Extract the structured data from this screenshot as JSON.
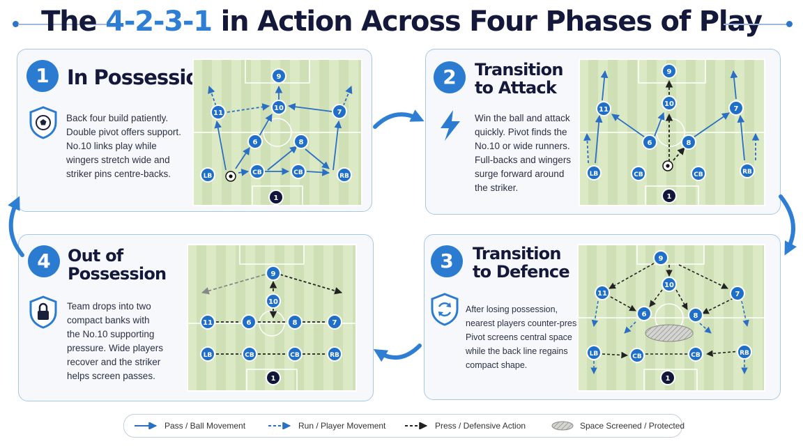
{
  "title": {
    "prefix": "The",
    "accent": "4-2-3-1",
    "suffix": "in Action Across Four Phases of Play"
  },
  "colors": {
    "accent": "#2e7fd4",
    "player": "#1f6fc8",
    "pitch": "#d8e8c0",
    "arrow_pass": "#2a6fc4",
    "arrow_press": "#222222",
    "arrow_back": "#888888"
  },
  "panels": [
    {
      "number": "1",
      "title_lines": [
        "In Possession"
      ],
      "icon": "soccer-ball-shield-icon",
      "description": [
        "Back four build patiently.",
        "Double pivot offers support.",
        "No.10 links play while",
        "wingers stretch wide and",
        "striker pins centre-backs."
      ]
    },
    {
      "number": "2",
      "title_lines": [
        "Transition",
        "to Attack"
      ],
      "icon": "lightning-bolt-icon",
      "description": [
        "Win the ball and attack",
        "quickly. Pivot finds the",
        "No.10 or wide runners.",
        "Full-backs and wingers",
        "surge forward around",
        "the striker."
      ]
    },
    {
      "number": "3",
      "title_lines": [
        "Transition",
        "to Defence"
      ],
      "icon": "counter-press-cycle-icon",
      "description": [
        "After losing possession,",
        "nearest players counter-press.",
        "Pivot screens central space",
        "while the back line regains",
        "compact shape."
      ]
    },
    {
      "number": "4",
      "title_lines": [
        "Out of",
        "Possession"
      ],
      "icon": "padlock-shield-icon",
      "description": [
        "Team drops into two",
        "compact banks with",
        "the No.10 supporting",
        "pressure. Wide players",
        "recover and the striker",
        "helps screen passes."
      ]
    }
  ],
  "players": {
    "p1": {
      "9": "9",
      "11": "11",
      "10": "10",
      "7": "7",
      "6": "6",
      "8": "8",
      "lb": "LB",
      "cb1": "CB",
      "cb2": "CB",
      "rb": "RB",
      "gk": "1"
    },
    "p2": {
      "9": "9",
      "11": "11",
      "10": "10",
      "7": "7",
      "6": "6",
      "8": "8",
      "lb": "LB",
      "cb1": "CB",
      "cb2": "CB",
      "rb": "RB",
      "gk": "1"
    },
    "p3": {
      "9": "9",
      "10": "10",
      "11": "11",
      "7": "7",
      "6": "6",
      "8": "8",
      "lb": "LB",
      "cb1": "CB",
      "cb2": "CB",
      "rb": "RB",
      "gk": "1"
    },
    "p4": {
      "9": "9",
      "10": "10",
      "11": "11",
      "6": "6",
      "8": "8",
      "7": "7",
      "lb": "LB",
      "cb1": "CB",
      "cb2": "CB",
      "rb": "RB",
      "gk": "1"
    }
  },
  "legend": [
    {
      "label": "Pass / Ball Movement",
      "style": "solid-blue"
    },
    {
      "label": "Run / Player Movement",
      "style": "dashed-blue"
    },
    {
      "label": "Press / Defensive Action",
      "style": "dashed-black"
    },
    {
      "label": "Space Screened / Protected",
      "style": "hatched-ellipse"
    }
  ]
}
